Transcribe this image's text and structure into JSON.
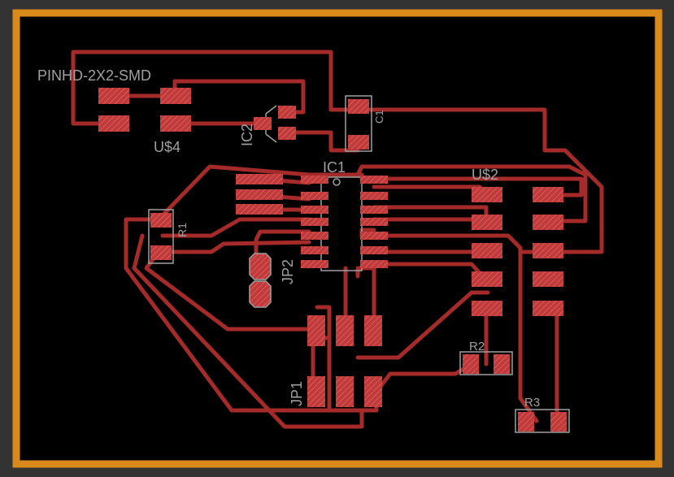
{
  "colors": {
    "background": "#333333",
    "board": "#000000",
    "outline": "#d98a1a",
    "trace": "#a52a2a",
    "pad": "#c03a3a",
    "silk": "#a0a0a0"
  },
  "labels": {
    "pinhd": "PINHD-2X2-SMD",
    "u4": "U$4",
    "ic2": "IC2",
    "c1": "C1",
    "ic1": "IC1",
    "u2": "U$2",
    "r1": "R1",
    "jp2": "JP2",
    "r2": "R2",
    "r3": "R3",
    "jp1": "JP1"
  }
}
